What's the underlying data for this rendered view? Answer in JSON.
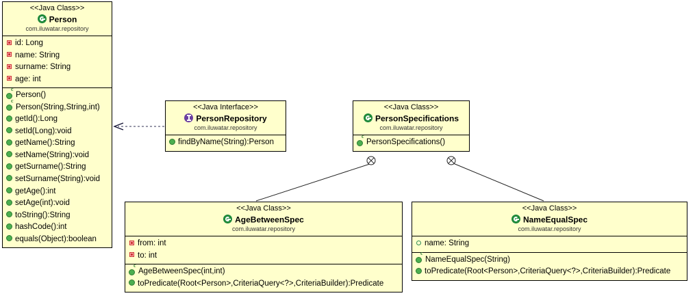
{
  "diagram": {
    "kind": "uml-class-diagram",
    "background": "#ffffff",
    "box_fill": "#ffffcc",
    "box_stroke": "#000000",
    "class_icon_color": "#1f8a3b",
    "interface_icon_color": "#6b3fa0",
    "method_icon_color": "#4caf50",
    "private_field_icon_color": "#cc3333"
  },
  "classes": {
    "person": {
      "stereotype": "<<Java Class>>",
      "name": "Person",
      "package": "com.iluwatar.repository",
      "fields": [
        {
          "icon": "field-private",
          "text": "id: Long"
        },
        {
          "icon": "field-private",
          "text": "name: String"
        },
        {
          "icon": "field-private",
          "text": "surname: String"
        },
        {
          "icon": "field-private",
          "text": "age: int"
        }
      ],
      "methods": [
        {
          "icon": "constructor",
          "text": "Person()"
        },
        {
          "icon": "constructor",
          "text": "Person(String,String,int)"
        },
        {
          "icon": "method",
          "text": "getId():Long"
        },
        {
          "icon": "method",
          "text": "setId(Long):void"
        },
        {
          "icon": "method",
          "text": "getName():String"
        },
        {
          "icon": "method",
          "text": "setName(String):void"
        },
        {
          "icon": "method",
          "text": "getSurname():String"
        },
        {
          "icon": "method",
          "text": "setSurname(String):void"
        },
        {
          "icon": "method",
          "text": "getAge():int"
        },
        {
          "icon": "method",
          "text": "setAge(int):void"
        },
        {
          "icon": "method",
          "text": "toString():String"
        },
        {
          "icon": "method",
          "text": "hashCode():int"
        },
        {
          "icon": "method",
          "text": "equals(Object):boolean"
        }
      ]
    },
    "person_repository": {
      "stereotype": "<<Java Interface>>",
      "name": "PersonRepository",
      "package": "com.iluwatar.repository",
      "fields": [],
      "methods": [
        {
          "icon": "method",
          "text": "findByName(String):Person"
        }
      ]
    },
    "person_specifications": {
      "stereotype": "<<Java Class>>",
      "name": "PersonSpecifications",
      "package": "com.iluwatar.repository",
      "fields": [],
      "methods": [
        {
          "icon": "constructor",
          "text": "PersonSpecifications()"
        }
      ]
    },
    "age_between_spec": {
      "stereotype": "<<Java Class>>",
      "name": "AgeBetweenSpec",
      "package": "com.iluwatar.repository",
      "fields": [
        {
          "icon": "field-private",
          "text": "from: int"
        },
        {
          "icon": "field-private",
          "text": "to: int"
        }
      ],
      "methods": [
        {
          "icon": "constructor",
          "text": "AgeBetweenSpec(int,int)"
        },
        {
          "icon": "method",
          "text": "toPredicate(Root<Person>,CriteriaQuery<?>,CriteriaBuilder):Predicate"
        }
      ]
    },
    "name_equal_spec": {
      "stereotype": "<<Java Class>>",
      "name": "NameEqualSpec",
      "package": "com.iluwatar.repository",
      "fields": [
        {
          "icon": "field-default",
          "text": "name: String"
        }
      ],
      "methods": [
        {
          "icon": "constructor",
          "text": "NameEqualSpec(String)"
        },
        {
          "icon": "method",
          "text": "toPredicate(Root<Person>,CriteriaQuery<?>,CriteriaBuilder):Predicate"
        }
      ]
    }
  },
  "relationships": [
    {
      "id": "repo-uses-person",
      "type": "dependency",
      "style": "dashed",
      "arrowhead": "open",
      "from": "person_repository",
      "to": "person"
    },
    {
      "id": "specs-creates-agebetween",
      "type": "create-dependency",
      "style": "solid",
      "source_decoration": "circle-cross",
      "from": "person_specifications",
      "to": "age_between_spec"
    },
    {
      "id": "specs-creates-nameequal",
      "type": "create-dependency",
      "style": "solid",
      "source_decoration": "circle-cross",
      "from": "person_specifications",
      "to": "name_equal_spec"
    }
  ]
}
